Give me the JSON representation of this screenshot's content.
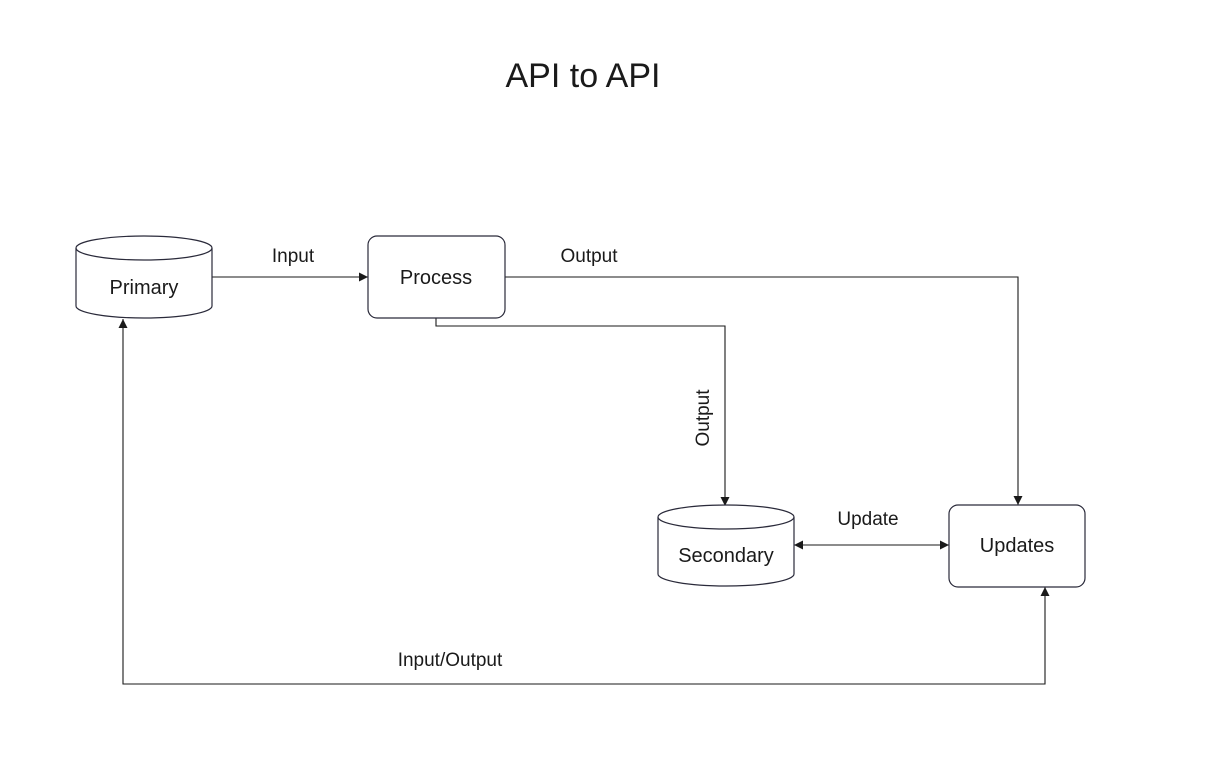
{
  "title": "API to API",
  "colors": {
    "stroke": "#1a1a1a",
    "shape_stroke": "#2a2a3a",
    "background": "#ffffff"
  },
  "nodes": {
    "primary": {
      "label": "Primary",
      "shape": "database"
    },
    "process": {
      "label": "Process",
      "shape": "rounded-rectangle"
    },
    "secondary": {
      "label": "Secondary",
      "shape": "database"
    },
    "updates": {
      "label": "Updates",
      "shape": "rounded-rectangle"
    }
  },
  "edges": {
    "primary_to_process": {
      "label": "Input",
      "from": "Primary",
      "to": "Process"
    },
    "process_to_updates": {
      "label": "Output",
      "from": "Process",
      "to": "Updates"
    },
    "process_to_secondary": {
      "label": "Output",
      "from": "Process",
      "to": "Secondary"
    },
    "secondary_updates": {
      "label": "Update",
      "from": "Secondary",
      "to": "Updates",
      "bidirectional": true
    },
    "updates_to_primary": {
      "label": "Input/Output",
      "from": "Updates",
      "to": "Primary",
      "bidirectional": true
    }
  }
}
